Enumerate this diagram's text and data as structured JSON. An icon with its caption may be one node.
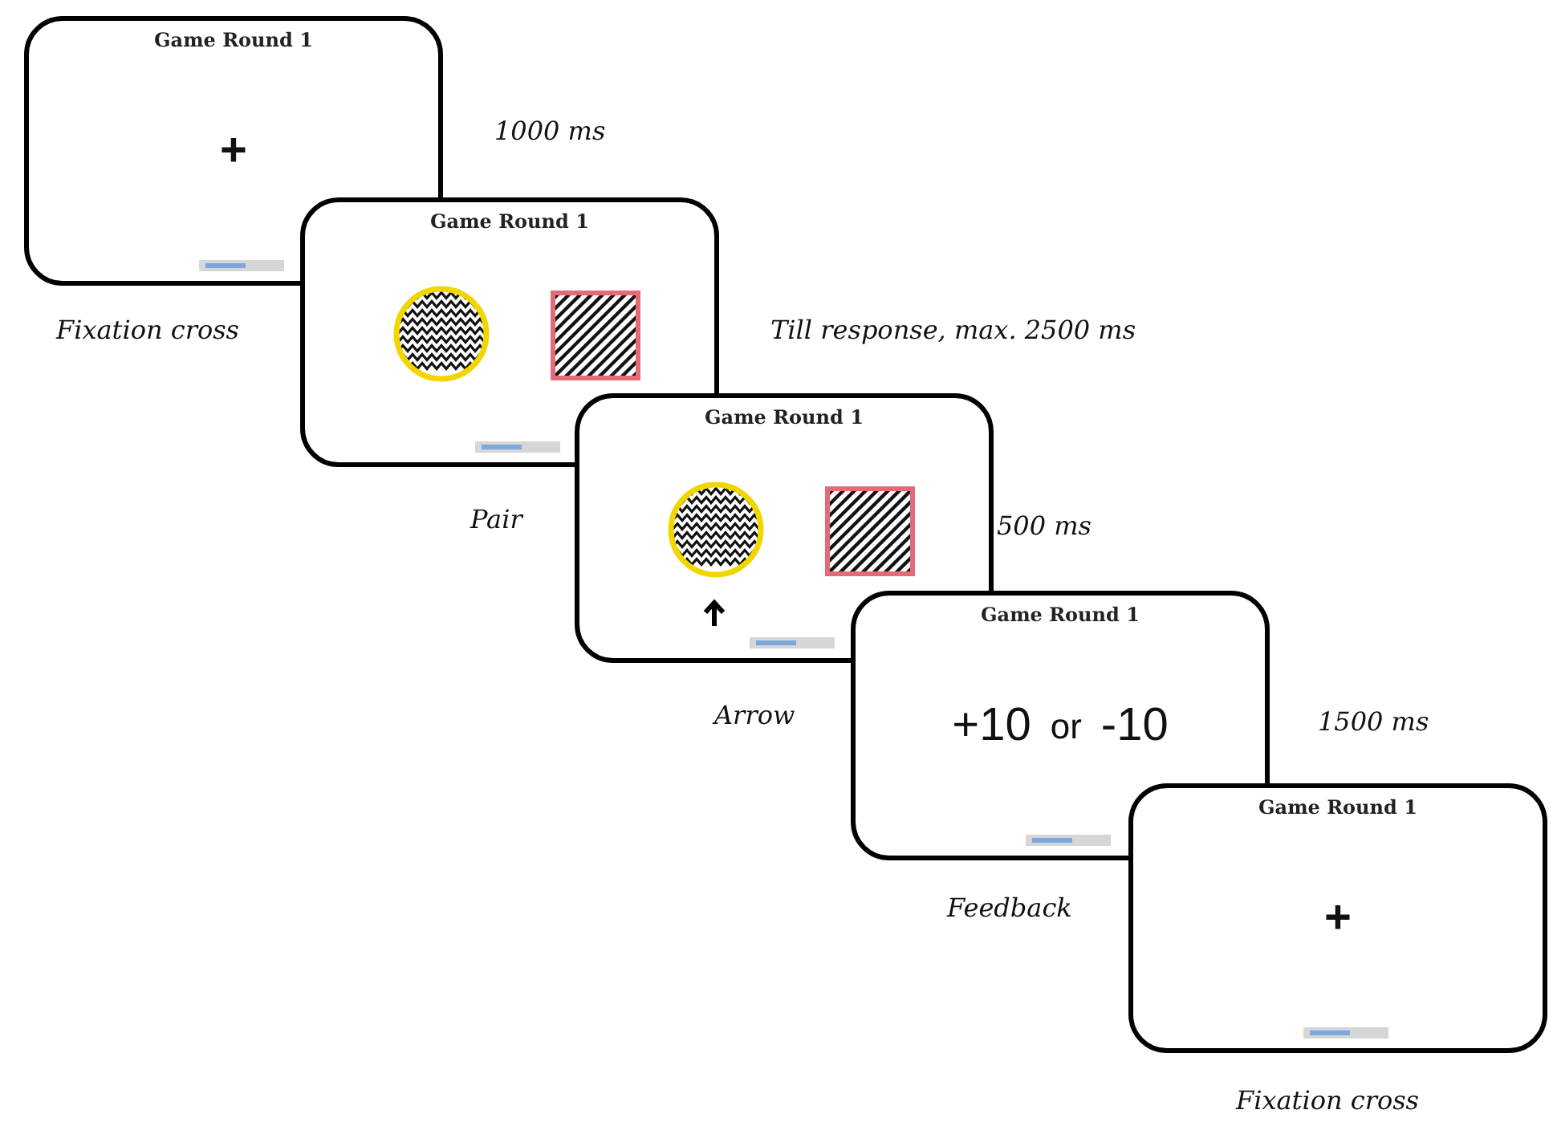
{
  "diagram": {
    "nodes": [
      {
        "text": [
          "Game Round 1",
          "+"
        ],
        "beside": [
          "Fixation cross"
        ]
      },
      {
        "text": [
          "Game Round 1"
        ],
        "beside": [
          "Pair"
        ]
      },
      {
        "text": [
          "Game Round 1"
        ],
        "beside": [
          "Arrow"
        ]
      },
      {
        "text": [
          "Game Round 1",
          "+10",
          "or",
          "-10"
        ],
        "beside": [
          "Feedback"
        ]
      },
      {
        "text": [
          "Game Round 1",
          "+"
        ],
        "beside": [
          "Fixation cross"
        ]
      }
    ],
    "labels": [
      "1000 ms",
      "Till response, max. 2500 ms",
      "500 ms",
      "1500 ms"
    ]
  }
}
